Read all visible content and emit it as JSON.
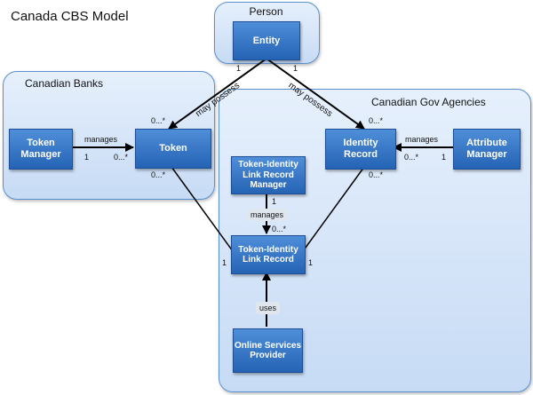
{
  "title": "Canada CBS Model",
  "groups": {
    "person": "Person",
    "banks": "Canadian Banks",
    "gov": "Canadian Gov Agencies"
  },
  "boxes": {
    "entity": "Entity",
    "token_manager": "Token Manager",
    "token": "Token",
    "identity_record": "Identity Record",
    "attribute_manager": "Attribute Manager",
    "link_manager": "Token-Identity Link Record Manager",
    "link_record": "Token-Identity Link Record",
    "osp": "Online Services Provider"
  },
  "relations": {
    "may_possess_1": "may possess",
    "may_possess_2": "may possess",
    "manages_1": "manages",
    "manages_2": "manages",
    "manages_3": "manages",
    "uses": "uses"
  },
  "multiplicities": {
    "entity_left": "1",
    "entity_right": "1",
    "token_top": "0...*",
    "token_left_manages": "0...*",
    "tm_right": "1",
    "token_bottom": "0...*",
    "ir_top": "0...*",
    "ir_right_manages": "0...*",
    "am_left": "1",
    "ir_bottom": "0...*",
    "lm_bottom": "1",
    "lr_top": "0...*",
    "lr_left": "1",
    "lr_right": "1"
  }
}
